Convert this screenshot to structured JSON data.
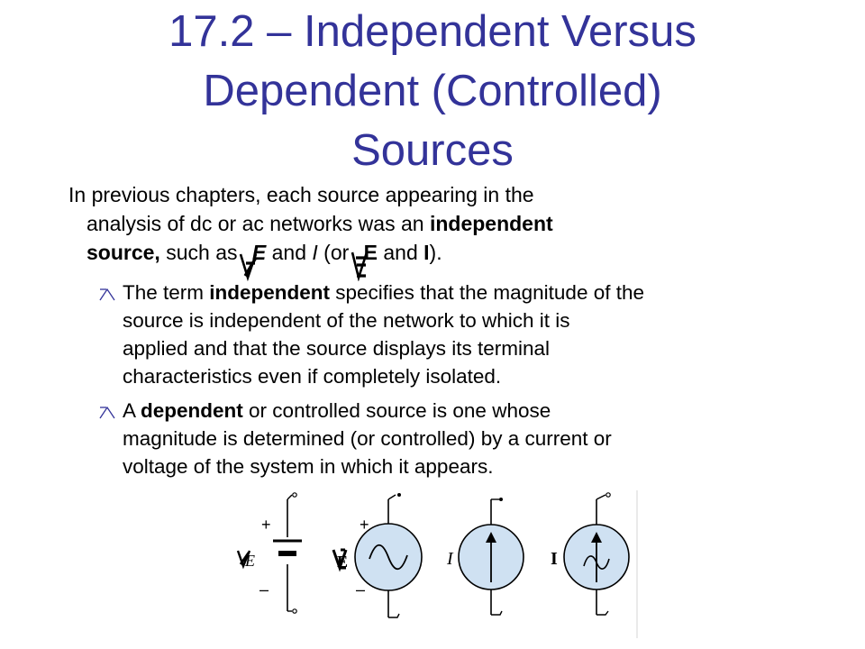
{
  "slide": {
    "title_lines": [
      "17.2 – Independent Versus",
      "Dependent (Controlled)",
      "Sources"
    ],
    "intro": {
      "line1": "In previous chapters, each source appearing in the",
      "line2_a": "analysis of dc or ac networks was an ",
      "line2_b": "independent",
      "line3_a": "source,",
      "line3_b": " such as ",
      "line3_c": "E",
      "line3_d": " and ",
      "line3_e": "I",
      "line3_f": " (or ",
      "line3_g": "E",
      "line3_h": " and ",
      "line3_i": "I",
      "line3_j": ")."
    },
    "bullets": [
      {
        "lines": [
          {
            "a": "The term ",
            "b": "independent",
            "c": " specifies that the magnitude of the"
          },
          {
            "a": "source is independent  of the  network  to which it is"
          },
          {
            "a": "applied and that the source displays its terminal"
          },
          {
            "a": "characteristics even if completely isolated."
          }
        ]
      },
      {
        "lines": [
          {
            "a": "A ",
            "b": "dependent",
            "c": " or controlled source is one whose"
          },
          {
            "a": "magnitude is determined (or controlled) by a current or"
          },
          {
            "a": "voltage of the system in which it appears."
          }
        ]
      }
    ],
    "diagram": {
      "plus": "+",
      "minus": "–",
      "label_E": "E",
      "label_I_dc": "I",
      "label_I_ac": "I"
    },
    "colors": {
      "title": "#333399",
      "source_fill": "#cfe1f2",
      "text": "#000000"
    }
  }
}
